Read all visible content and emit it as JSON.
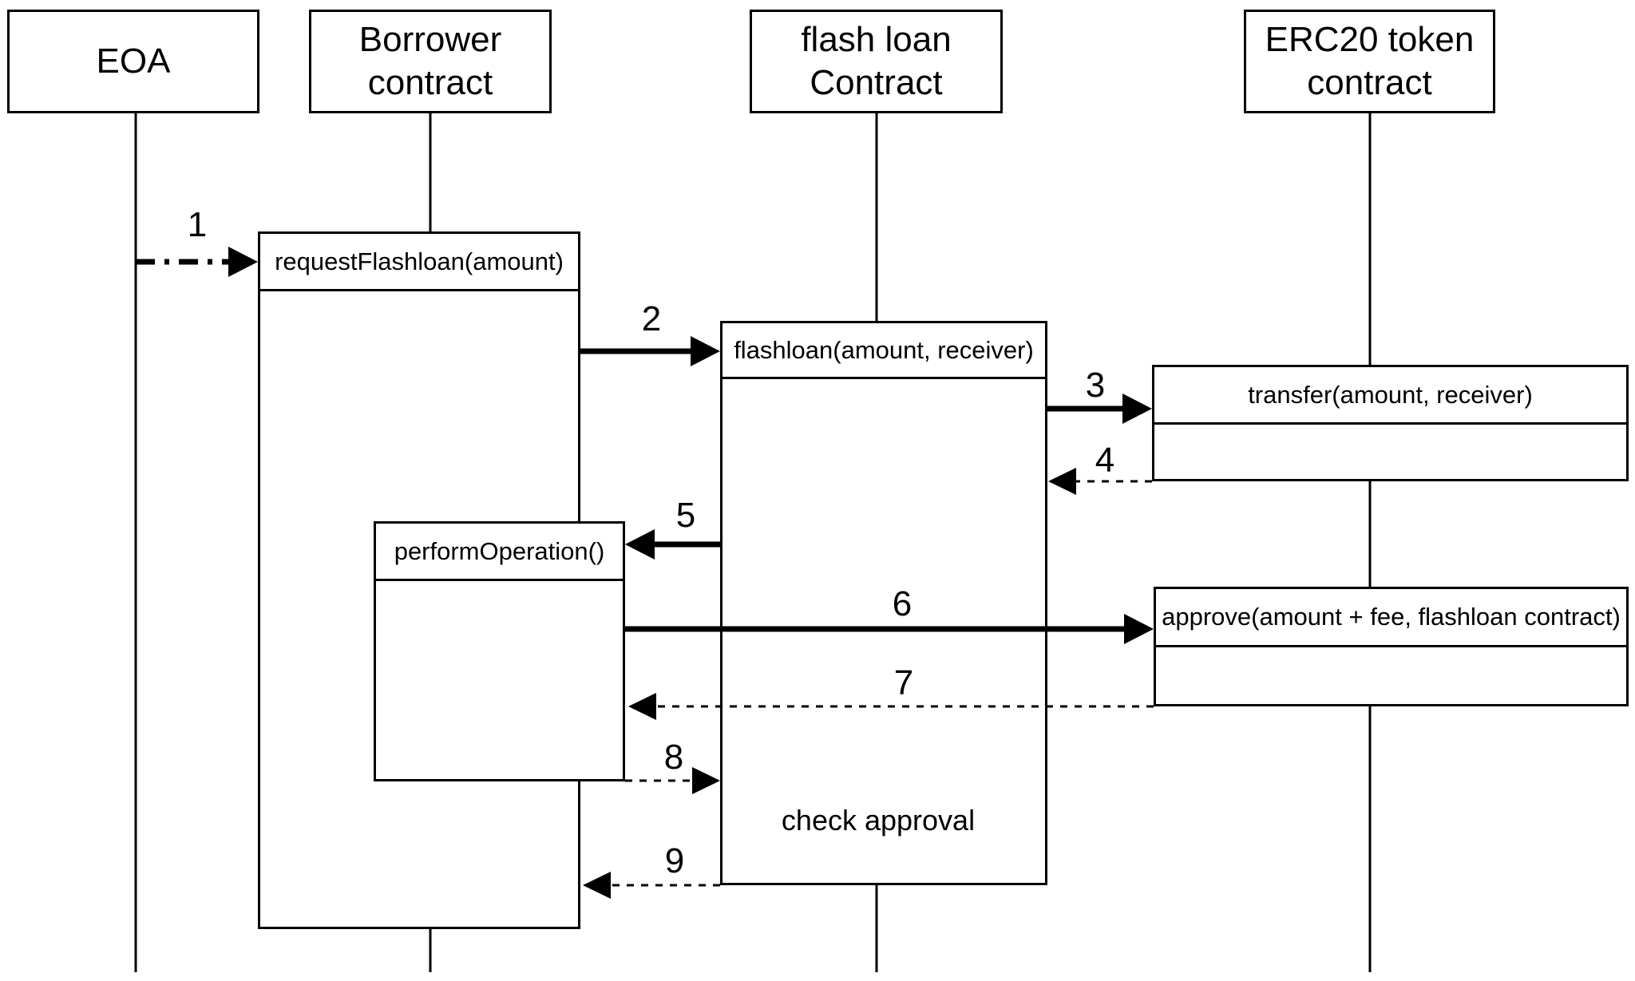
{
  "diagram": {
    "type": "sequence",
    "actors": [
      {
        "name": "EOA"
      },
      {
        "name": "Borrower contract"
      },
      {
        "name": "flash loan Contract"
      },
      {
        "name": "ERC20 token contract"
      }
    ],
    "calls": [
      {
        "label": "requestFlashloan(amount)"
      },
      {
        "label": "flashloan(amount, receiver)"
      },
      {
        "label": "transfer(amount, receiver)"
      },
      {
        "label": "performOperation()"
      },
      {
        "label": "approve(amount + fee, flashloan contract)"
      }
    ],
    "messages": [
      {
        "num": "1",
        "from": "EOA",
        "to": "Borrower contract",
        "label": "requestFlashloan(amount)",
        "style": "dash-dot-arrow"
      },
      {
        "num": "2",
        "from": "Borrower contract",
        "to": "flash loan Contract",
        "label": "flashloan(amount, receiver)",
        "style": "solid-arrow"
      },
      {
        "num": "3",
        "from": "flash loan Contract",
        "to": "ERC20 token contract",
        "label": "transfer(amount, receiver)",
        "style": "solid-arrow"
      },
      {
        "num": "4",
        "from": "ERC20 token contract",
        "to": "flash loan Contract",
        "label": "",
        "style": "dashed-return"
      },
      {
        "num": "5",
        "from": "flash loan Contract",
        "to": "Borrower contract",
        "label": "performOperation()",
        "style": "solid-arrow"
      },
      {
        "num": "6",
        "from": "Borrower contract",
        "to": "ERC20 token contract",
        "label": "approve(amount + fee, flashloan contract)",
        "style": "solid-arrow"
      },
      {
        "num": "7",
        "from": "ERC20 token contract",
        "to": "Borrower contract",
        "label": "",
        "style": "dashed-return"
      },
      {
        "num": "8",
        "from": "Borrower contract",
        "to": "flash loan Contract",
        "label": "check approval",
        "style": "dashed-arrow"
      },
      {
        "num": "9",
        "from": "flash loan Contract",
        "to": "Borrower contract",
        "label": "",
        "style": "dashed-return"
      }
    ],
    "note": "check approval",
    "colors": {
      "line": "#000000",
      "background": "#ffffff"
    }
  }
}
